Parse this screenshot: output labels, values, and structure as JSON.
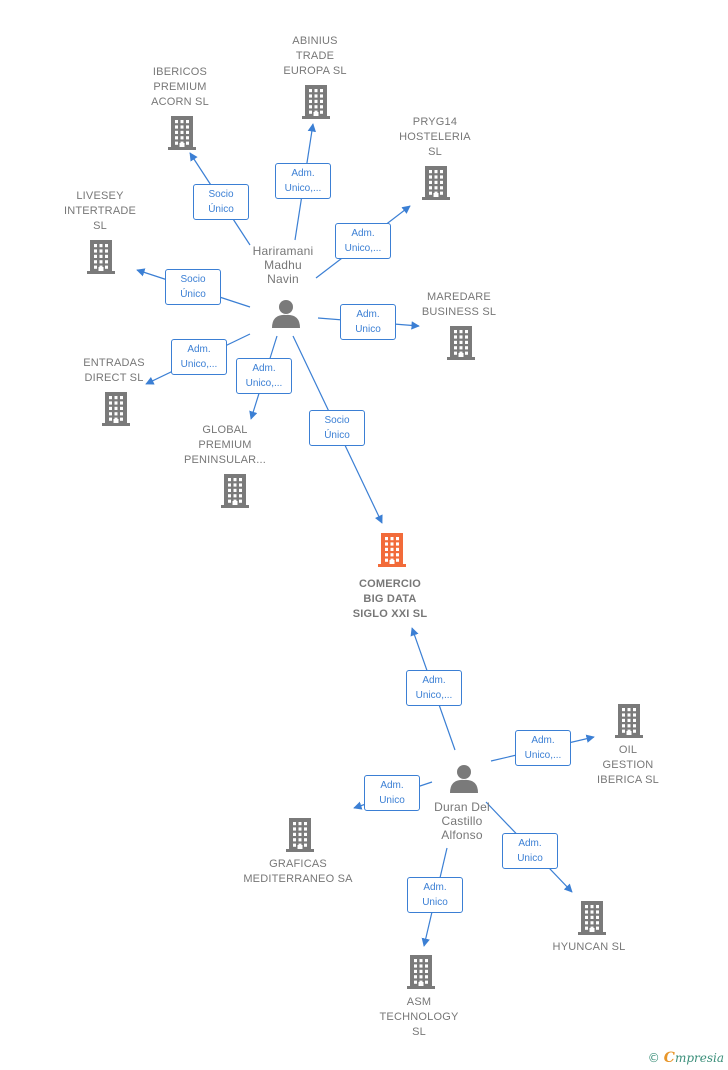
{
  "colors": {
    "edge": "#3b7fd4",
    "building": "#7a7a7a",
    "center_building": "#f26b3a",
    "person": "#7a7a7a",
    "label": "#777777"
  },
  "nodes": [
    {
      "id": "center",
      "type": "company",
      "highlight": true,
      "label": "COMERCIO\nBIG DATA\nSIGLO XXI  SL",
      "icon": "building-icon"
    },
    {
      "id": "hari",
      "type": "person",
      "label": "Hariramani\nMadhu\nNavin",
      "icon": "person-icon"
    },
    {
      "id": "duran",
      "type": "person",
      "label": "Duran Del\nCastillo\nAlfonso",
      "icon": "person-icon"
    },
    {
      "id": "abinius",
      "type": "company",
      "label": "ABINIUS\nTRADE\nEUROPA  SL",
      "icon": "building-icon"
    },
    {
      "id": "ibericos",
      "type": "company",
      "label": "IBERICOS\nPREMIUM\nACORN  SL",
      "icon": "building-icon"
    },
    {
      "id": "pryg",
      "type": "company",
      "label": "PRYG14\nHOSTELERIA\nSL",
      "icon": "building-icon"
    },
    {
      "id": "livesey",
      "type": "company",
      "label": "LIVESEY\nINTERTRADE\nSL",
      "icon": "building-icon"
    },
    {
      "id": "maredare",
      "type": "company",
      "label": "MAREDARE\nBUSINESS  SL",
      "icon": "building-icon"
    },
    {
      "id": "entradas",
      "type": "company",
      "label": "ENTRADAS\nDIRECT  SL",
      "icon": "building-icon"
    },
    {
      "id": "global",
      "type": "company",
      "label": "GLOBAL\nPREMIUM\nPENINSULAR...",
      "icon": "building-icon"
    },
    {
      "id": "oil",
      "type": "company",
      "label": "OIL\nGESTION\nIBERICA  SL",
      "icon": "building-icon"
    },
    {
      "id": "graficas",
      "type": "company",
      "label": "GRAFICAS\nMEDITERRANEO SA",
      "icon": "building-icon"
    },
    {
      "id": "hyuncan",
      "type": "company",
      "label": "HYUNCAN  SL",
      "icon": "building-icon"
    },
    {
      "id": "asm",
      "type": "company",
      "label": "ASM\nTECHNOLOGY\nSL",
      "icon": "building-icon"
    }
  ],
  "edges": [
    {
      "from": "hari",
      "to": "abinius",
      "label": "Adm.\nUnico,..."
    },
    {
      "from": "hari",
      "to": "ibericos",
      "label": "Socio\nÚnico"
    },
    {
      "from": "hari",
      "to": "pryg",
      "label": "Adm.\nUnico,..."
    },
    {
      "from": "hari",
      "to": "livesey",
      "label": "Socio\nÚnico"
    },
    {
      "from": "hari",
      "to": "maredare",
      "label": "Adm.\nUnico"
    },
    {
      "from": "hari",
      "to": "entradas",
      "label": "Adm.\nUnico,..."
    },
    {
      "from": "hari",
      "to": "global",
      "label": "Adm.\nUnico,..."
    },
    {
      "from": "hari",
      "to": "center",
      "label": "Socio\nÚnico"
    },
    {
      "from": "duran",
      "to": "center",
      "label": "Adm.\nUnico,..."
    },
    {
      "from": "duran",
      "to": "oil",
      "label": "Adm.\nUnico,..."
    },
    {
      "from": "duran",
      "to": "graficas",
      "label": "Adm.\nUnico"
    },
    {
      "from": "duran",
      "to": "hyuncan",
      "label": "Adm.\nUnico"
    },
    {
      "from": "duran",
      "to": "asm",
      "label": "Adm.\nUnico"
    }
  ],
  "footer": {
    "copyright": "©",
    "brand_initial": "C",
    "brand_rest": "mpresia"
  }
}
